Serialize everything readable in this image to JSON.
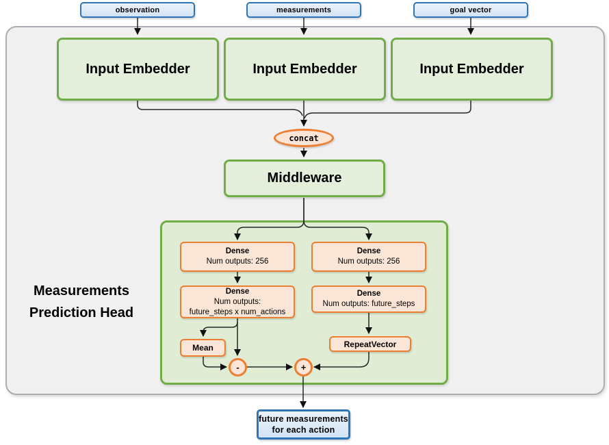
{
  "inputs": [
    {
      "label": "observation"
    },
    {
      "label": "measurements"
    },
    {
      "label": "goal vector"
    }
  ],
  "embedders": [
    {
      "label": "Input Embedder"
    },
    {
      "label": "Input Embedder"
    },
    {
      "label": "Input Embedder"
    }
  ],
  "concat_label": "concat",
  "middleware_label": "Middleware",
  "head": {
    "title_line1": "Measurements",
    "title_line2": "Prediction Head",
    "dense_l1": {
      "title": "Dense",
      "line1": "Num outputs: 256"
    },
    "dense_r1": {
      "title": "Dense",
      "line1": "Num outputs: 256"
    },
    "dense_l2": {
      "title": "Dense",
      "line1": "Num outputs:",
      "line2": "future_steps x num_actions"
    },
    "dense_r2": {
      "title": "Dense",
      "line1": "Num outputs: future_steps"
    },
    "mean_label": "Mean",
    "repeat_vector_label": "RepeatVector",
    "minus_label": "-",
    "plus_label": "+"
  },
  "output": {
    "line1": "future measurements",
    "line2": "for each action"
  },
  "colors": {
    "green_border": "#70ad47",
    "green_fill": "#e3efda",
    "orange_border": "#ed7d31",
    "orange_fill": "#fbe5d6",
    "blue_border": "#2e75b6",
    "blue_fill": "#dbe8f6",
    "panel_fill": "#f0f0f0",
    "panel_border": "#a8aeb4",
    "connector_line": "#262626"
  }
}
